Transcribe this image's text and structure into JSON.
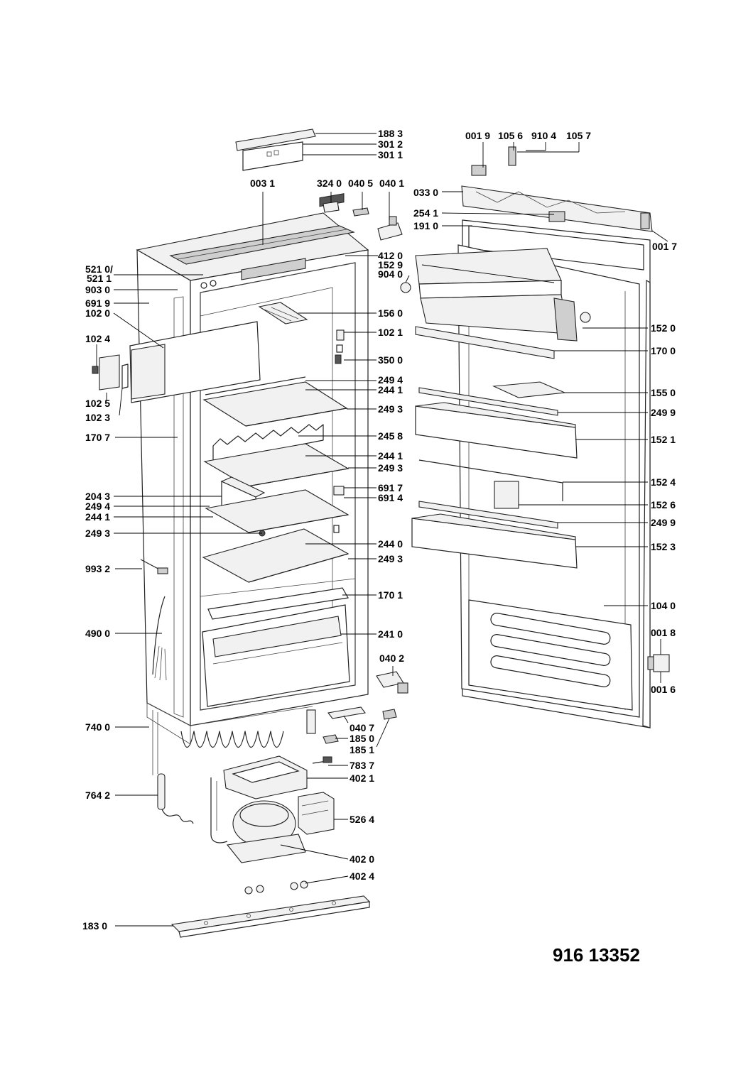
{
  "drawing_number": "916 13352",
  "labels": {
    "p1883": "188 3",
    "p3012": "301 2",
    "p3011": "301 1",
    "p0019": "001 9",
    "p1056": "105 6",
    "p9104": "910 4",
    "p1057": "105 7",
    "p0031": "003 1",
    "p3240": "324 0",
    "p0405": "040 5",
    "p0401": "040 1",
    "p0330": "033 0",
    "p2541": "254 1",
    "p1910": "191 0",
    "p0017": "001 7",
    "p4120": "412 0",
    "p1529": "152 9",
    "p9040": "904 0",
    "p5210": "521 0/",
    "p5211": "521 1",
    "p9030": "903 0",
    "p6919": "691 9",
    "p1020": "102 0",
    "p1560": "156 0",
    "p1520": "152 0",
    "p1024": "102 4",
    "p1021": "102 1",
    "p1700": "170 0",
    "p3500": "350 0",
    "p2494a": "249 4",
    "p2441a": "244 1",
    "p1025": "102 5",
    "p1023": "102 3",
    "p1550": "155 0",
    "p2493a": "249 3",
    "p2499a": "249 9",
    "p1707": "170 7",
    "p2458": "245 8",
    "p1521": "152 1",
    "p2441b": "244 1",
    "p2493b": "249 3",
    "p2043": "204 3",
    "p6917": "691 7",
    "p1524": "152 4",
    "p2494b": "249 4",
    "p6914": "691 4",
    "p2441c": "244 1",
    "p1526": "152 6",
    "p2493c": "249 3",
    "p2499b": "249 9",
    "p2440": "244 0",
    "p1523": "152 3",
    "p9932": "993 2",
    "p2493d": "249 3",
    "p1701": "170 1",
    "p1040": "104 0",
    "p4900": "490 0",
    "p2410": "241 0",
    "p0018": "001 8",
    "p0402": "040 2",
    "p0016": "001 6",
    "p7400": "740 0",
    "p0407": "040 7",
    "p1850": "185 0",
    "p1851": "185 1",
    "p7837": "783 7",
    "p4021": "402 1",
    "p7642": "764 2",
    "p5264": "526 4",
    "p4020": "402 0",
    "p4024": "402 4",
    "p1830": "183 0"
  }
}
